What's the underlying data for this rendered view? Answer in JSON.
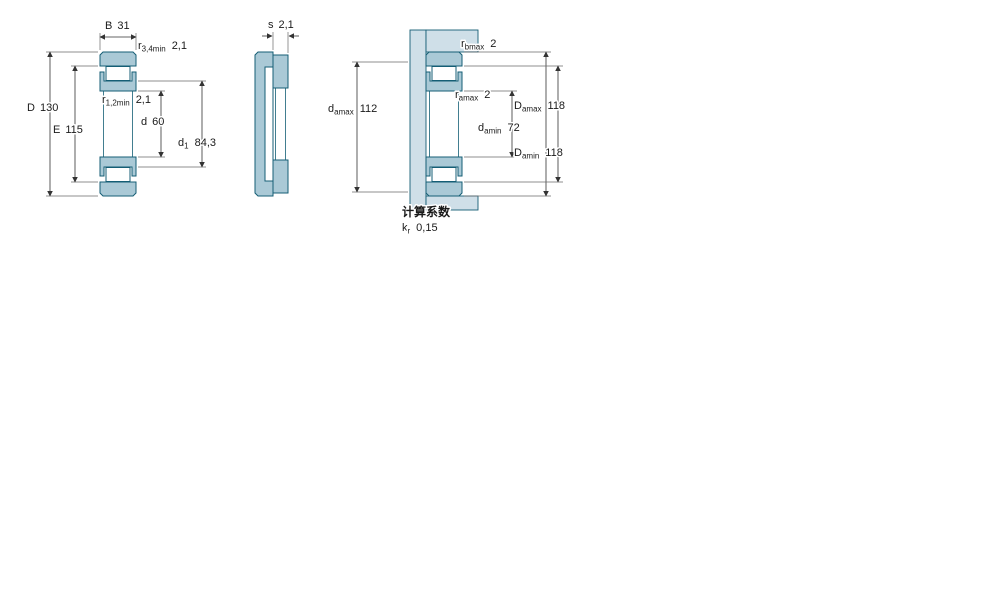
{
  "labels": {
    "B": {
      "base": "B",
      "value": "31"
    },
    "r34": {
      "base": "r",
      "sub": "3,4min",
      "value": "2,1"
    },
    "D": {
      "base": "D",
      "value": "130"
    },
    "E": {
      "base": "E",
      "value": "115"
    },
    "r12": {
      "base": "r",
      "sub": "1,2min",
      "value": "2,1"
    },
    "d": {
      "base": "d",
      "value": "60"
    },
    "d1": {
      "base": "d",
      "sub": "1",
      "value": "84,3"
    },
    "s": {
      "base": "s",
      "value": "2,1"
    },
    "rb": {
      "base": "r",
      "sub": "bmax",
      "value": "2"
    },
    "damax": {
      "base": "d",
      "sub": "amax",
      "value": "112"
    },
    "ra": {
      "base": "r",
      "sub": "amax",
      "value": "2"
    },
    "Damax": {
      "base": "D",
      "sub": "amax",
      "value": "118"
    },
    "damin": {
      "base": "d",
      "sub": "amin",
      "value": "72"
    },
    "Damin": {
      "base": "D",
      "sub": "amin",
      "value": "118"
    }
  },
  "factors": {
    "heading": "计算系数",
    "kr": {
      "base": "k",
      "sub": "r",
      "value": "0,15"
    }
  },
  "colors": {
    "ring_fill": "#aac9d6",
    "support_fill": "#cfdfe8",
    "outline": "#155e75",
    "dim": "#333333"
  }
}
